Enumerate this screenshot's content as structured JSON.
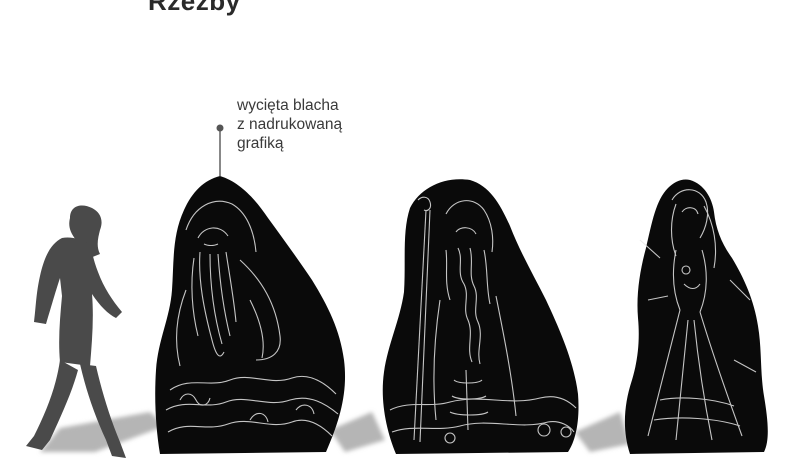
{
  "title": "Rzeźby",
  "annotation": {
    "lines": [
      "wycięta blacha",
      "z nadrukowaną",
      "grafiką"
    ]
  },
  "colors": {
    "sculpture_fill": "#0a0a0a",
    "engraving": "#e6e6e6",
    "shadow": "#b5b5b5",
    "person": "#4a4a4a",
    "leader_line": "#555555"
  },
  "elements": {
    "person": "human-silhouette-scale-figure",
    "sculptures": [
      "sculpture-old-hermit",
      "sculpture-wizard-with-staff",
      "sculpture-woman-in-gown"
    ]
  }
}
